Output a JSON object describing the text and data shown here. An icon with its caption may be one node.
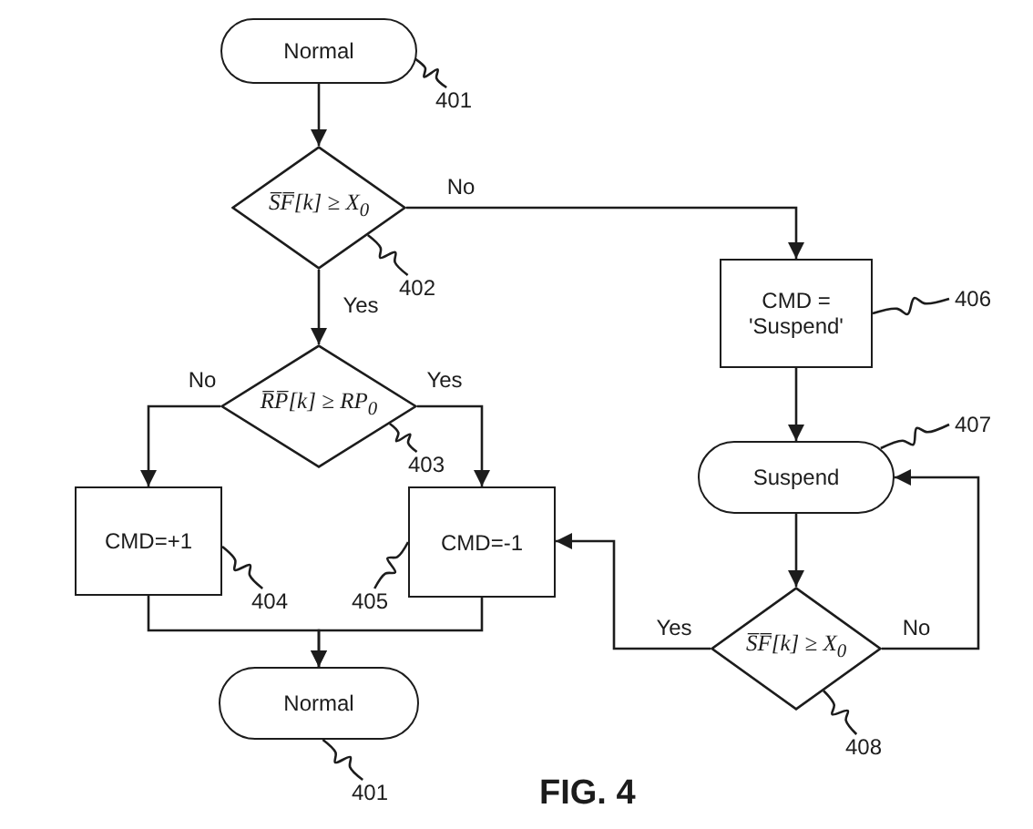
{
  "diagram": {
    "caption": "FIG. 4",
    "nodes": [
      {
        "text": [
          "Normal"
        ]
      },
      {
        "text": [
          "S̅F̅[k] ≥ X$_{0}$"
        ]
      },
      {
        "text": [
          "R̅P̅[k] ≥ RP$_{0}$"
        ]
      },
      {
        "text": [
          "CMD=+1"
        ]
      },
      {
        "text": [
          "CMD=-1"
        ]
      },
      {
        "text": [
          "Normal"
        ]
      },
      {
        "text": [
          "CMD = 'Suspend'"
        ]
      },
      {
        "text": [
          "Suspend"
        ]
      },
      {
        "text": [
          "S̅F̅[k] ≥ X$_{0}$"
        ]
      },
      {
        "text": [
          "401"
        ]
      },
      {
        "text": [
          "402"
        ]
      },
      {
        "text": [
          "403"
        ]
      },
      {
        "text": [
          "404"
        ]
      },
      {
        "text": [
          "405"
        ]
      },
      {
        "text": [
          "401"
        ]
      },
      {
        "text": [
          "406"
        ]
      },
      {
        "text": [
          "407"
        ]
      },
      {
        "text": [
          "408"
        ]
      }
    ],
    "edges": [
      {
        "from": 0,
        "to": 1,
        "arrow": "to"
      },
      {
        "from": 1,
        "to": 6,
        "label": "No",
        "arrow": "to"
      },
      {
        "from": 1,
        "to": 2,
        "label": "Yes",
        "arrow": "to"
      },
      {
        "from": 2,
        "to": 3,
        "label": "No",
        "arrow": "to"
      },
      {
        "from": 2,
        "to": 4,
        "label": "Yes",
        "arrow": "to"
      },
      {
        "from": 3,
        "to": 5,
        "arrow": "to"
      },
      {
        "from": 4,
        "to": 5,
        "arrow": "to"
      },
      {
        "from": 6,
        "to": 7,
        "arrow": "to"
      },
      {
        "from": 7,
        "to": 8,
        "arrow": "to"
      },
      {
        "from": 8,
        "to": 4,
        "label": "Yes",
        "arrow": "to"
      },
      {
        "from": 8,
        "to": 7,
        "label": "No",
        "arrow": "to"
      },
      {
        "from": 9,
        "to": 0,
        "arrow": "none"
      },
      {
        "from": 10,
        "to": 1,
        "arrow": "none"
      },
      {
        "from": 11,
        "to": 2,
        "arrow": "none"
      },
      {
        "from": 12,
        "to": 3,
        "arrow": "none"
      },
      {
        "from": 13,
        "to": 4,
        "arrow": "none"
      },
      {
        "from": 14,
        "to": 5,
        "arrow": "none"
      },
      {
        "from": 15,
        "to": 6,
        "arrow": "none"
      },
      {
        "from": 16,
        "to": 7,
        "arrow": "none"
      },
      {
        "from": 17,
        "to": 8,
        "arrow": "none"
      }
    ]
  }
}
